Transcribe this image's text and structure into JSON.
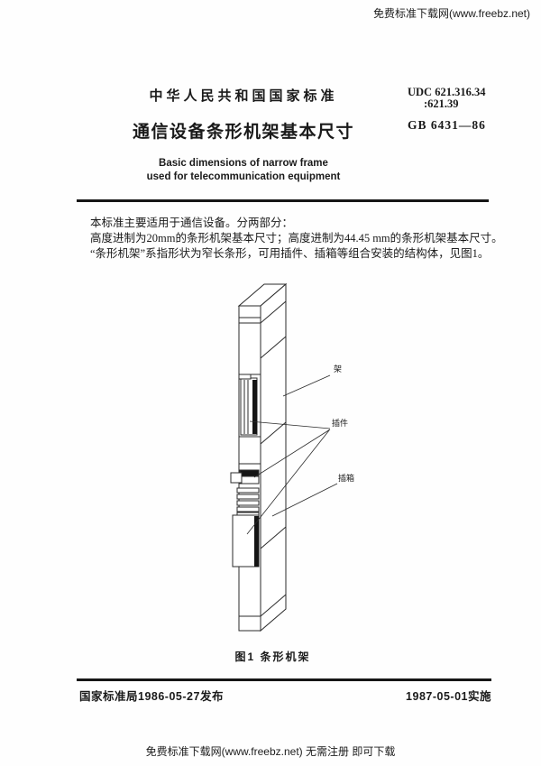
{
  "watermarks": {
    "top": "免费标准下载网(www.freebz.net)",
    "bottom": "免费标准下载网(www.freebz.net) 无需注册 即可下载"
  },
  "header": {
    "standard_type": "中华人民共和国国家标准",
    "title_zh": "通信设备条形机架基本尺寸",
    "title_en_line1": "Basic dimensions of narrow frame",
    "title_en_line2": "used for telecommunication equipment",
    "udc_line1": "UDC 621.316.34",
    "udc_line2": ":621.39",
    "standard_no": "GB 6431—86"
  },
  "body": {
    "line1": "本标准主要适用于通信设备。分两部分：",
    "line2": "高度进制为20mm的条形机架基本尺寸；高度进制为44.45 mm的条形机架基本尺寸。",
    "line3": "“条形机架”系指形状为窄长条形，可用插件、插箱等组合安装的结构体，见图1。"
  },
  "figure": {
    "caption": "图1  条形机架",
    "labels": {
      "frame": "架",
      "plugin": "插件",
      "subrack": "插箱"
    }
  },
  "footer": {
    "issued": "国家标准局1986-05-27发布",
    "implemented": "1987-05-01实施"
  }
}
